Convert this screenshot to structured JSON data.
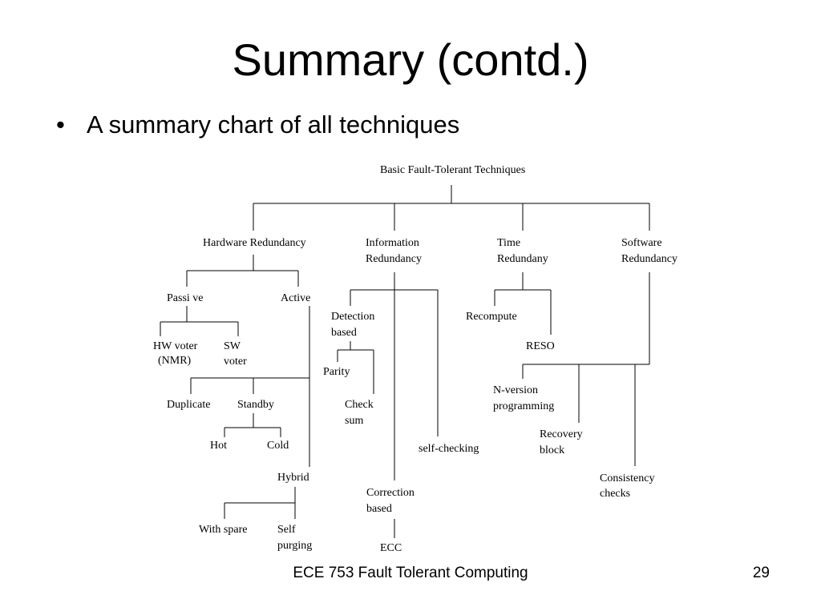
{
  "slide": {
    "title": "Summary (contd.)",
    "bullet_marker": "•",
    "bullet_text": "A summary chart of all techniques",
    "footer_course": "ECE 753 Fault Tolerant Computing",
    "footer_page": "29"
  },
  "diagram": {
    "root": "Basic Fault-Tolerant Techniques",
    "hardware": "Hardware Redundancy",
    "information": [
      "Information",
      "Redundancy"
    ],
    "time": [
      "Time",
      "Redundany"
    ],
    "software": [
      "Software",
      "Redundancy"
    ],
    "passive": "Passi ve",
    "active": "Active",
    "hw_voter": [
      "HW voter",
      "(NMR)"
    ],
    "sw_voter": [
      "SW",
      "voter"
    ],
    "duplicate": "Duplicate",
    "standby": "Standby",
    "hot": "Hot",
    "cold": "Cold",
    "hybrid": "Hybrid",
    "with_spare": "With spare",
    "self_purging": [
      "Self",
      "purging"
    ],
    "detection": [
      "Detection",
      "based"
    ],
    "parity": "Parity",
    "check_sum": [
      "Check",
      "sum"
    ],
    "self_checking": "self-checking",
    "correction": [
      "Correction",
      "based"
    ],
    "ecc": "ECC",
    "recompute": "Recompute",
    "reso": "RESO",
    "n_version": [
      "N-version",
      "programming"
    ],
    "recovery": [
      "Recovery",
      "block"
    ],
    "consistency": [
      "Consistency",
      "checks"
    ]
  }
}
